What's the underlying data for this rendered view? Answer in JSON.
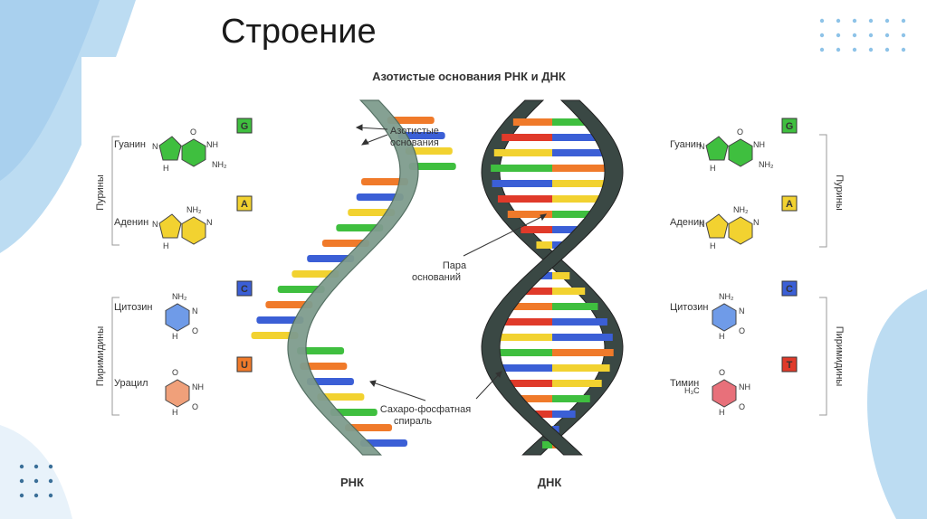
{
  "slide": {
    "title": "Строение"
  },
  "diagram": {
    "heading": "Азотистые основания РНК и ДНК",
    "left_groups": {
      "purines": "Пурины",
      "pyrimidines": "Пиримидины"
    },
    "right_groups": {
      "purines": "Пурины",
      "pyrimidines": "Пиримидины"
    },
    "rna_bases": [
      {
        "name": "Гуанин",
        "letter": "G",
        "color": "#3fbf3f"
      },
      {
        "name": "Аденин",
        "letter": "A",
        "color": "#f2d230"
      },
      {
        "name": "Цитозин",
        "letter": "C",
        "color": "#3b5fd6"
      },
      {
        "name": "Урацил",
        "letter": "U",
        "color": "#f07a2a"
      }
    ],
    "dna_bases": [
      {
        "name": "Гуанин",
        "letter": "G",
        "color": "#3fbf3f"
      },
      {
        "name": "Аденин",
        "letter": "A",
        "color": "#f2d230"
      },
      {
        "name": "Цитозин",
        "letter": "C",
        "color": "#3b5fd6"
      },
      {
        "name": "Тимин",
        "letter": "T",
        "color": "#e03a2a"
      }
    ],
    "molecule_labels": {
      "nh": "NH",
      "nh2": "NH₂",
      "n": "N",
      "h": "H",
      "o": "O",
      "h3c": "H₃C"
    },
    "callouts": {
      "bases_line1": "Азотистые",
      "bases_line2": "основания",
      "pair_line1": "Пара",
      "pair_line2": "оснований",
      "backbone_line1": "Сахаро-фосфатная",
      "backbone_line2": "спираль"
    },
    "rna_label": "РНК",
    "dna_label": "ДНК"
  }
}
